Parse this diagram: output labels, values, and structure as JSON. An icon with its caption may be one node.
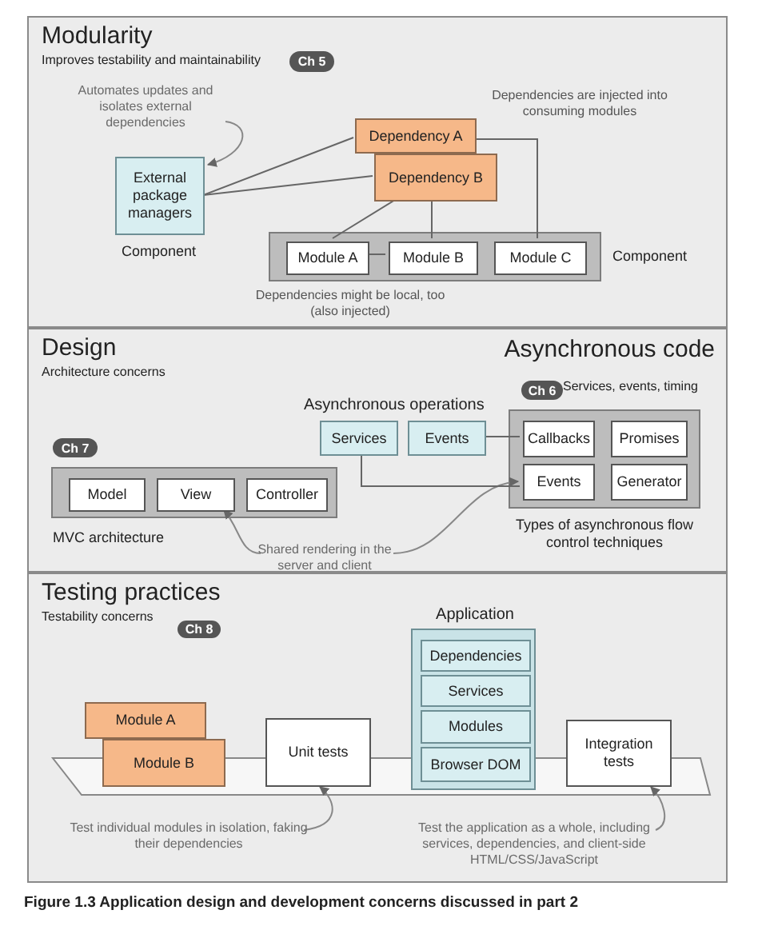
{
  "diagram": {
    "caption": "Figure 1.3 Application design and development concerns discussed in part 2",
    "nodes": [
      {
        "text": [
          "Modularity",
          "Improves testability and maintainability"
        ]
      },
      {
        "text": [
          "Ch 5"
        ],
        "in": 0
      },
      {
        "text": [
          "Automates updates and isolates external dependencies"
        ],
        "in": 0
      },
      {
        "text": [
          "External package managers"
        ],
        "beside": [
          "Component"
        ],
        "in": 0
      },
      {
        "text": [
          "Dependency A"
        ],
        "in": 0
      },
      {
        "text": [
          "Dependency B"
        ],
        "in": 0
      },
      {
        "text": [],
        "shape": "box",
        "beside": [
          "Component"
        ],
        "in": 0
      },
      {
        "text": [
          "Module A"
        ],
        "in": 6
      },
      {
        "text": [
          "Module B"
        ],
        "in": 6
      },
      {
        "text": [
          "Module C"
        ],
        "in": 6
      },
      {
        "text": [
          "Design",
          "Architecture concerns"
        ]
      },
      {
        "text": [
          "Ch 6"
        ],
        "in": 10
      },
      {
        "text": [
          "Ch 7"
        ],
        "in": 10
      },
      {
        "text": [],
        "shape": "box",
        "beside": [
          "MVC architecture"
        ],
        "in": 10
      },
      {
        "text": [
          "Model"
        ],
        "in": 13
      },
      {
        "text": [
          "View"
        ],
        "in": 13
      },
      {
        "text": [
          "Controller"
        ],
        "in": 13
      },
      {
        "text": [
          "Shared rendering in the server and client"
        ],
        "in": 10
      },
      {
        "text": [
          "Services"
        ],
        "in": 10
      },
      {
        "text": [
          "Events"
        ],
        "in": 10
      },
      {
        "text": [],
        "shape": "box",
        "beside": [
          "Types of asynchronous flow control techniques"
        ],
        "in": 10
      },
      {
        "text": [
          "Callbacks"
        ],
        "in": 20
      },
      {
        "text": [
          "Promises"
        ],
        "in": 20
      },
      {
        "text": [
          "Events"
        ],
        "in": 20
      },
      {
        "text": [
          "Generator"
        ],
        "in": 20
      },
      {
        "text": [
          "Testing practices",
          "Testability concerns"
        ]
      },
      {
        "text": [
          "Ch 8"
        ],
        "in": 25
      },
      {
        "text": [
          "Module A"
        ],
        "in": 25
      },
      {
        "text": [
          "Module B"
        ],
        "in": 25
      },
      {
        "text": [
          "Unit tests"
        ],
        "in": 25
      },
      {
        "text": [
          "Application"
        ],
        "in": 25
      },
      {
        "text": [
          "Dependencies"
        ],
        "in": 30
      },
      {
        "text": [
          "Services"
        ],
        "in": 30
      },
      {
        "text": [
          "Modules"
        ],
        "in": 30
      },
      {
        "text": [
          "Browser DOM"
        ],
        "in": 30
      },
      {
        "text": [
          "Integration tests"
        ],
        "in": 25
      },
      {
        "text": [
          "Test individual modules in isolation, faking their dependencies"
        ],
        "in": 25
      },
      {
        "text": [
          "Test the application as a whole, including services, dependencies, and client-side HTML/CSS/JavaScript"
        ],
        "in": 25
      }
    ],
    "edges": [
      {
        "from": 2,
        "to": 3,
        "arrow": "to"
      },
      {
        "from": 3,
        "to": 4,
        "arrow": "none"
      },
      {
        "from": 3,
        "to": 5,
        "arrow": "none"
      },
      {
        "from": 4,
        "to": 9,
        "arrow": "none"
      },
      {
        "from": 5,
        "to": 8,
        "arrow": "none"
      },
      {
        "from": 5,
        "to": 7,
        "arrow": "none"
      },
      {
        "from": 7,
        "to": 8,
        "arrow": "none"
      },
      {
        "from": 17,
        "to": 15,
        "arrow": "to"
      },
      {
        "from": 17,
        "to": 23,
        "arrow": "to"
      },
      {
        "from": 19,
        "to": 21,
        "arrow": "none"
      },
      {
        "from": 18,
        "to": 23,
        "arrow": "none"
      },
      {
        "from": 36,
        "to": 29,
        "arrow": "to"
      },
      {
        "from": 37,
        "to": 35,
        "arrow": "to"
      }
    ],
    "labels": [
      "Dependencies are injected into consuming modules",
      "Dependencies might be local, too (also injected)",
      "Asynchronous code",
      "Services, events, timing",
      "Asynchronous operations"
    ]
  }
}
